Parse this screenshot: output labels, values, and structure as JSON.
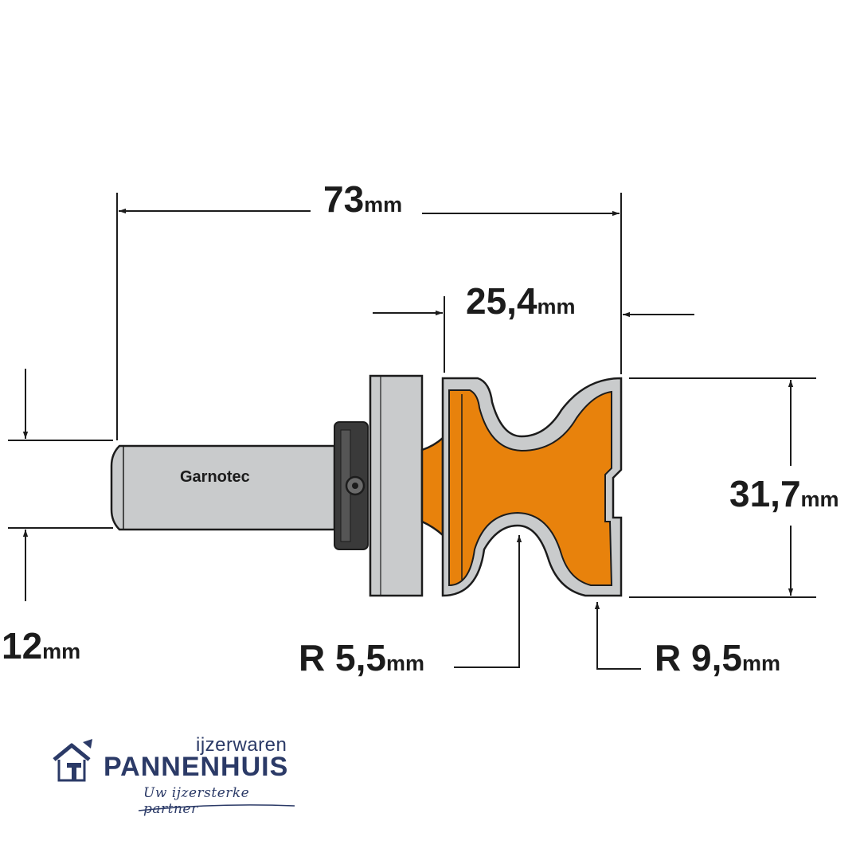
{
  "dimensions": {
    "overall_length": {
      "value": "73",
      "unit": "mm"
    },
    "cutting_length": {
      "value": "25,4",
      "unit": "mm"
    },
    "cutting_diameter": {
      "value": "31,7",
      "unit": "mm"
    },
    "shank_diameter": {
      "value": "12",
      "unit": "mm"
    },
    "radius_small": {
      "prefix": "R ",
      "value": "5,5",
      "unit": "mm"
    },
    "radius_large": {
      "prefix": "R ",
      "value": "9,5",
      "unit": "mm"
    }
  },
  "shank": {
    "brand": "Garnotec"
  },
  "logo": {
    "small": "ijzerwaren",
    "main": "PANNENHUIS",
    "tagline": "Uw ijzersterke partner"
  },
  "colors": {
    "cutter": "#e8820c",
    "steel": "#c9cbcc",
    "collar": "#3a3a3a",
    "outline": "#1c1c1c",
    "brand": "#2b3a67"
  }
}
